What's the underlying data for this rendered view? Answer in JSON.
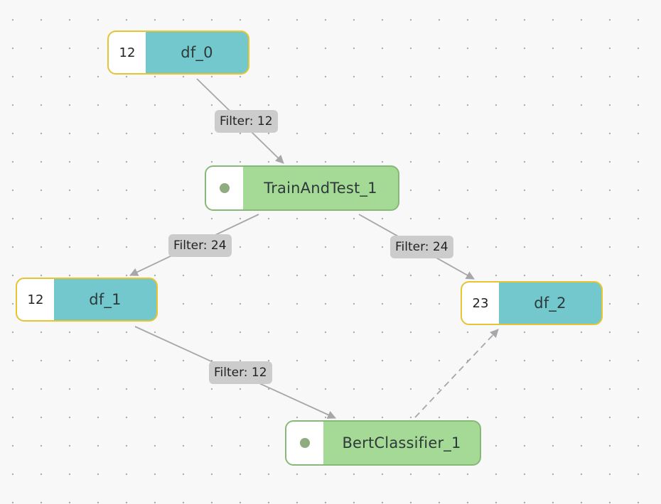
{
  "colors": {
    "data_node_fill": "#72c8cd",
    "data_node_border": "#e6c530",
    "model_node_fill": "#a5d996",
    "model_node_border": "#86b878",
    "edge": "#a7a7ab",
    "edge_label_bg": "#cccccc"
  },
  "nodes": {
    "df_0": {
      "label": "df_0",
      "count": "12",
      "kind": "data"
    },
    "train_and_test_1": {
      "label": "TrainAndTest_1",
      "kind": "model",
      "status_icon": "status-dot-icon"
    },
    "df_1": {
      "label": "df_1",
      "count": "12",
      "kind": "data"
    },
    "df_2": {
      "label": "df_2",
      "count": "23",
      "kind": "data"
    },
    "bert_classifier_1": {
      "label": "BertClassifier_1",
      "kind": "model",
      "status_icon": "status-dot-icon"
    }
  },
  "edges": [
    {
      "from": "df_0",
      "to": "train_and_test_1",
      "label": "Filter: 12",
      "style": "solid"
    },
    {
      "from": "train_and_test_1",
      "to": "df_1",
      "label": "Filter: 24",
      "style": "solid"
    },
    {
      "from": "train_and_test_1",
      "to": "df_2",
      "label": "Filter: 24",
      "style": "solid"
    },
    {
      "from": "df_1",
      "to": "bert_classifier_1",
      "label": "Filter: 12",
      "style": "solid"
    },
    {
      "from": "bert_classifier_1",
      "to": "df_2",
      "label": "",
      "style": "dashed"
    }
  ]
}
